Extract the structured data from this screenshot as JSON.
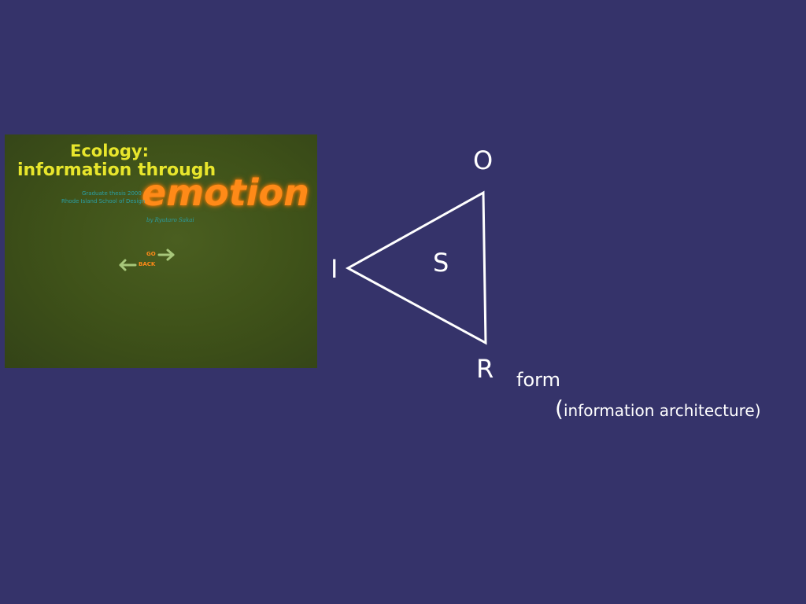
{
  "screenshot": {
    "title_line1": "Ecology:",
    "title_line2": "information through",
    "title_emphasis": "emotion",
    "subtitle_line1": "Graduate thesis 2000",
    "subtitle_line2": "Rhode Island School of Design",
    "byline": "by  Ryutaro Sakai",
    "nav_go": "GO",
    "nav_back": "BACK",
    "colors": {
      "title": "#e8e62c",
      "emphasis": "#ff8a18",
      "subtitle": "#2a9fa4",
      "arrows": "#a7c77a"
    }
  },
  "diagram": {
    "vertex_top": "O",
    "vertex_left": "I",
    "center": "S",
    "vertex_bottom": "R",
    "form_label": "form",
    "paren_open": "(",
    "ia_label": "information architecture)"
  },
  "colors": {
    "background": "#35336a",
    "foreground": "#ffffff"
  }
}
